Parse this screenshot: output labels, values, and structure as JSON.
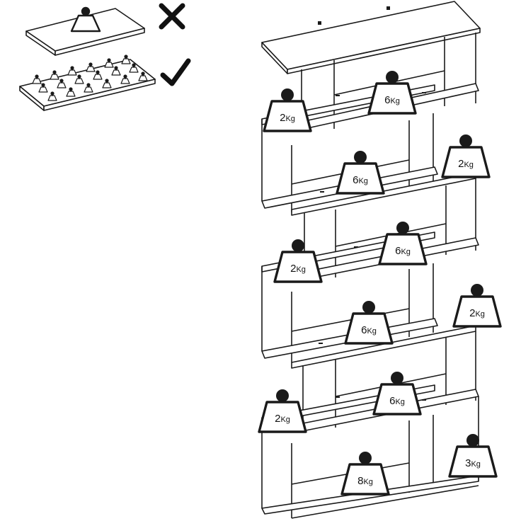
{
  "colors": {
    "line": "#1a1a1a",
    "panel": "#ffffff",
    "wall": "#f2f2f2"
  },
  "legend": {
    "wrong_icon": "cross-icon",
    "right_icon": "check-icon"
  },
  "unit": "Kg",
  "weights": {
    "left_column": [
      "2",
      "2",
      "2"
    ],
    "middle_column": [
      "6",
      "6",
      "6",
      "6",
      "6",
      "8"
    ],
    "right_column": [
      "2",
      "2",
      "3"
    ]
  }
}
